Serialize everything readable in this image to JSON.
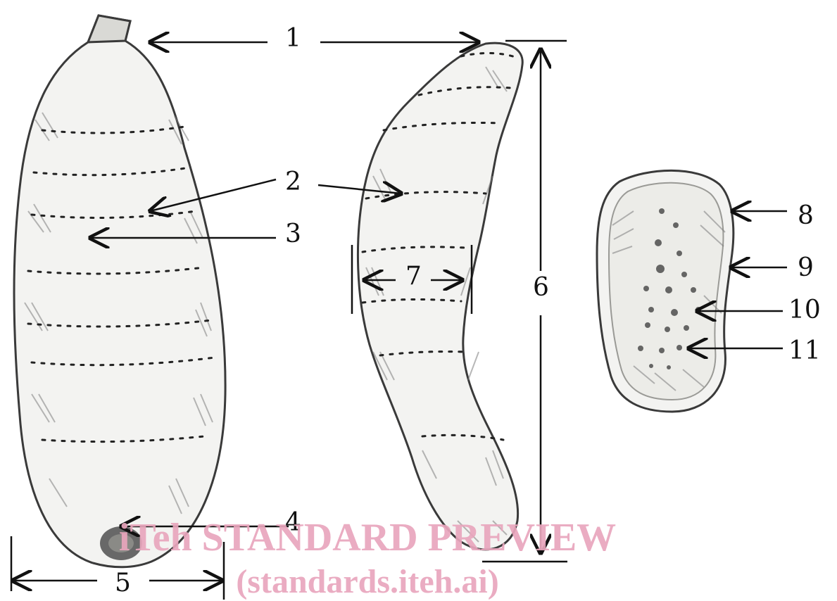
{
  "figure": {
    "callouts": [
      "1",
      "2",
      "3",
      "4",
      "5",
      "6",
      "7",
      "8",
      "9",
      "10",
      "11"
    ],
    "watermark": {
      "line1": "iTeh STANDARD PREVIEW",
      "line2": "(standards.iteh.ai)"
    },
    "colors": {
      "ink": "#111111",
      "sketch_fill": "#f3f3f1",
      "watermark": "#e9a6bd"
    }
  }
}
